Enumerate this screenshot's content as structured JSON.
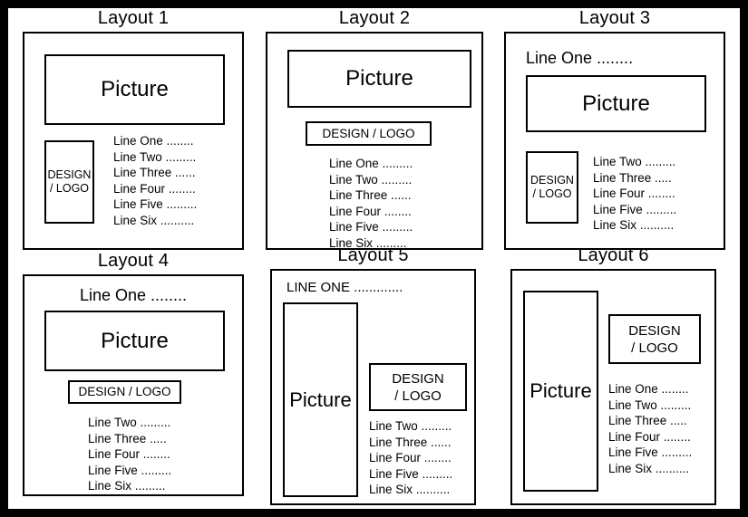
{
  "page": {
    "frame_color": "#000000",
    "background_color": "#ffffff",
    "picture_label": "Picture",
    "logo_label_line1": "DESIGN",
    "logo_label_line2": "/ LOGO",
    "logo_label_inline": "DESIGN / LOGO"
  },
  "layouts": [
    {
      "title": "Layout 1",
      "picture": "Picture",
      "logo": "DESIGN\n/ LOGO",
      "headline": null,
      "lines": [
        "Line One ........",
        "Line Two .........",
        "Line Three ......",
        "Line Four ........",
        "Line Five .........",
        "Line Six .........."
      ]
    },
    {
      "title": "Layout 2",
      "picture": "Picture",
      "logo": "DESIGN / LOGO",
      "headline": null,
      "lines": [
        "Line One .........",
        "Line Two .........",
        "Line Three ......",
        "Line Four ........",
        "Line Five .........",
        "Line Six ........."
      ]
    },
    {
      "title": "Layout 3",
      "picture": "Picture",
      "logo": "DESIGN\n/ LOGO",
      "headline": "Line One ........",
      "lines": [
        "Line Two .........",
        "Line Three .....",
        "Line Four ........",
        "Line Five .........",
        "Line Six .........."
      ]
    },
    {
      "title": "Layout 4",
      "picture": "Picture",
      "logo": "DESIGN / LOGO",
      "headline": "Line One ........",
      "lines": [
        "Line Two .........",
        "Line Three .....",
        "Line Four ........",
        "Line Five .........",
        "Line Six ........."
      ]
    },
    {
      "title": "Layout 5",
      "picture": "Picture",
      "logo": "DESIGN\n/ LOGO",
      "headline": "LINE ONE .............",
      "lines": [
        "Line Two .........",
        "Line Three ......",
        "Line Four ........",
        "Line Five .........",
        "Line Six .........."
      ]
    },
    {
      "title": "Layout 6",
      "picture": "Picture",
      "logo": "DESIGN\n/ LOGO",
      "headline": null,
      "lines": [
        "Line One ........",
        "Line Two .........",
        "Line Three .....",
        "Line Four ........",
        "Line Five .........",
        "Line Six .........."
      ]
    }
  ]
}
